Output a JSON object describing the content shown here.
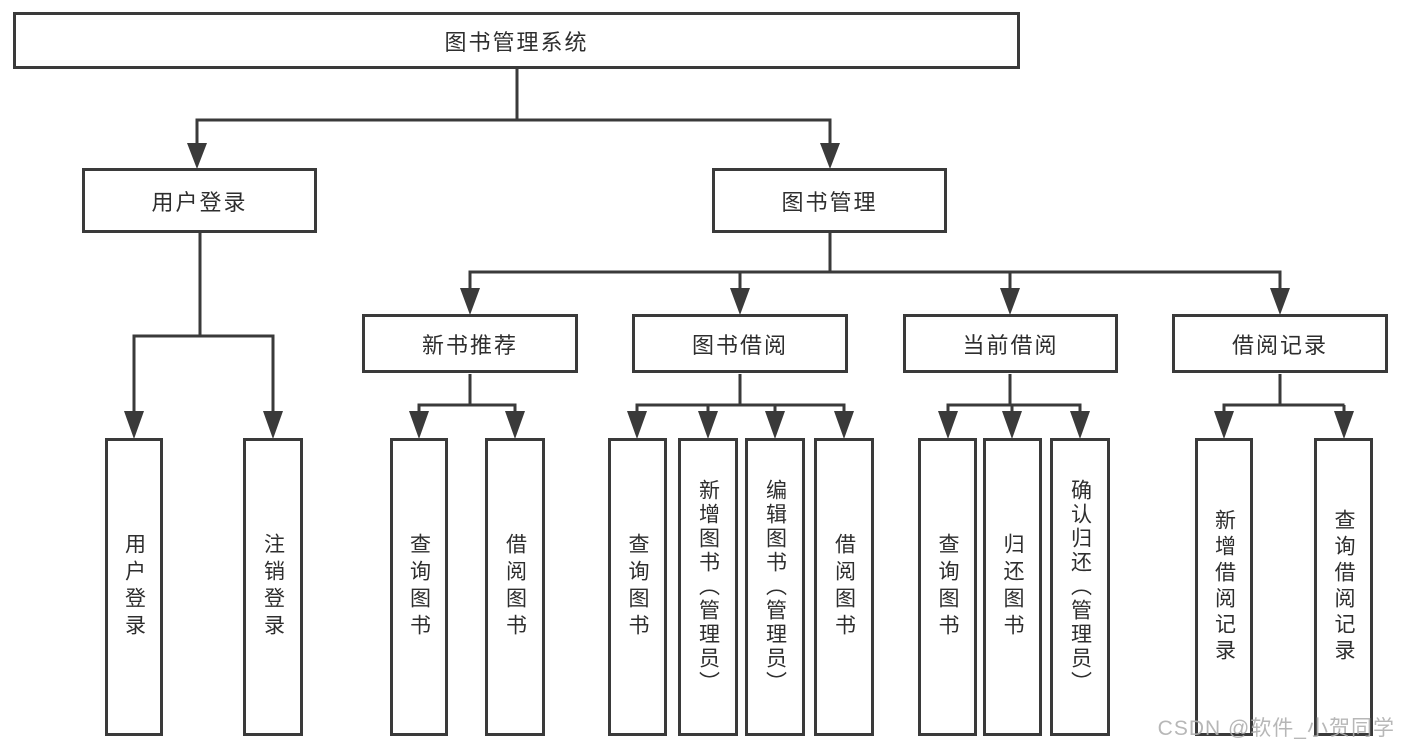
{
  "colors": {
    "line": "#3a3a3a",
    "text": "#2e2e2e",
    "background": "#ffffff",
    "watermark": "#b0b0b0"
  },
  "watermark": {
    "text": "CSDN @软件_小贺同学"
  },
  "diagram": {
    "type": "hierarchy-tree",
    "root": {
      "label": "图书管理系统"
    },
    "branches": [
      {
        "label": "用户登录",
        "children": [
          {
            "label": "用户登录"
          },
          {
            "label": "注销登录"
          }
        ]
      },
      {
        "label": "图书管理",
        "children": [
          {
            "label": "新书推荐",
            "children": [
              {
                "label": "查询图书"
              },
              {
                "label": "借阅图书"
              }
            ]
          },
          {
            "label": "图书借阅",
            "children": [
              {
                "label": "查询图书"
              },
              {
                "label": "新增图书（管理员）"
              },
              {
                "label": "编辑图书（管理员）"
              },
              {
                "label": "借阅图书"
              }
            ]
          },
          {
            "label": "当前借阅",
            "children": [
              {
                "label": "查询图书"
              },
              {
                "label": "归还图书"
              },
              {
                "label": "确认归还（管理员）"
              }
            ]
          },
          {
            "label": "借阅记录",
            "children": [
              {
                "label": "新增借阅记录"
              },
              {
                "label": "查询借阅记录"
              }
            ]
          }
        ]
      }
    ]
  }
}
